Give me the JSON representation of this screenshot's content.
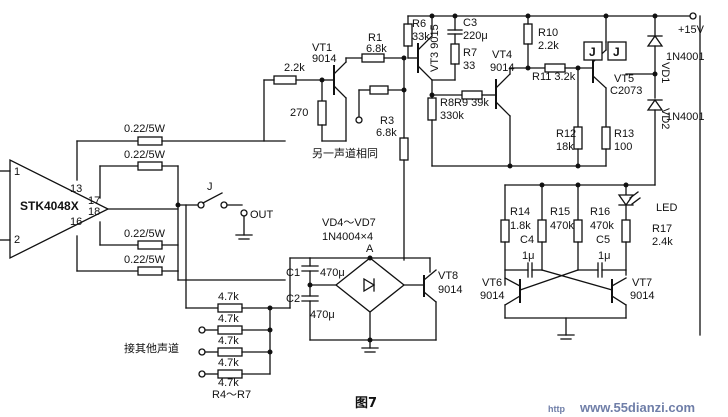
{
  "labels": {
    "amp": "STK4048X",
    "pin1": "1",
    "pin2": "2",
    "pin13": "13",
    "pin16": "16",
    "pin17": "17",
    "pin18": "18",
    "r_out1": "0.22/5W",
    "r_out2": "0.22/5W",
    "r_out3": "0.22/5W",
    "r_out4": "0.22/5W",
    "switch_j": "J",
    "out": "OUT",
    "r_2k2": "2.2k",
    "r_270": "270",
    "vt1": "VT1",
    "vt1_part": "9014",
    "r1": "R1",
    "r1_val": "6.8k",
    "r3": "R3",
    "r3_val": "6.8k",
    "other_channel": "另一声道相同",
    "r6": "R6",
    "r6_val": "33k",
    "vt3": "VT3 9015",
    "c3": "C3",
    "c3_val": "220μ",
    "r7": "R7",
    "r7_val": "33",
    "r8": "R8",
    "r8_val": "330k",
    "vt4": "VT4",
    "vt4_part": "9014",
    "r9": "R9 39k",
    "r10": "R10",
    "r10_val": "2.2k",
    "r11": "R11 3.2k",
    "relay_j1": "J",
    "relay_j2": "J",
    "vt5": "VT5",
    "vt5_part": "C2073",
    "r12": "R12",
    "r12_val": "18k",
    "r13": "R13",
    "r13_val": "100",
    "vd1": "VD1",
    "vd1_part": "1N4001",
    "vd2": "VD2",
    "vd2_part": "1N4001",
    "vplus": "+15V",
    "led": "LED",
    "r14": "R14",
    "r14_val": "1.8k",
    "r15": "R15",
    "r15_val": "470k",
    "r16": "R16",
    "r16_val": "470k",
    "r17": "R17",
    "r17_val": "2.4k",
    "c4": "C4",
    "c4_val": "1μ",
    "c5": "C5",
    "c5_val": "1μ",
    "vt6": "VT6",
    "vt6_part": "9014",
    "vt7": "VT7",
    "vt7_part": "9014",
    "bridge": "VD4～VD7",
    "bridge_part": "1N4004×4",
    "node_a": "A",
    "c1": "C1",
    "c1_val": "470μ",
    "c2": "C2",
    "c2_val": "470μ",
    "vt8": "VT8",
    "vt8_part": "9014",
    "r4_1": "4.7k",
    "r4_2": "4.7k",
    "r4_3": "4.7k",
    "r4_4": "4.7k",
    "r4_5": "4.7k",
    "other_channels": "接其他声道",
    "r4_r7": "R4～R7",
    "figure": "图7",
    "watermark": "www.55dianzi.com",
    "watermark_http": "http"
  }
}
